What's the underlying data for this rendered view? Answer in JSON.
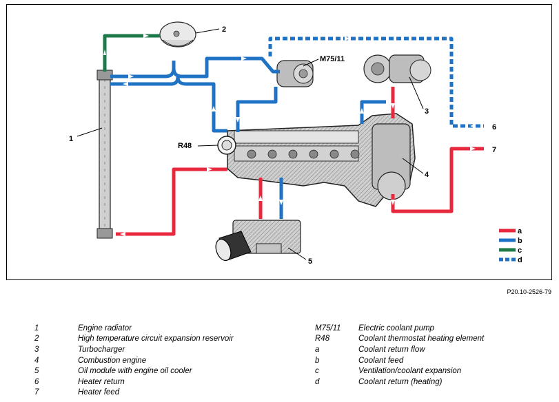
{
  "figure_ref": "P20.10-2526-79",
  "callouts": {
    "c1": "1",
    "c2": "2",
    "c3": "3",
    "c4": "4",
    "c5": "5",
    "c6": "6",
    "c7": "7",
    "m75": "M75/11",
    "r48": "R48"
  },
  "line_legend": [
    {
      "code": "a",
      "color": "#e8283c",
      "style": "solid"
    },
    {
      "code": "b",
      "color": "#1f72c4",
      "style": "solid"
    },
    {
      "code": "c",
      "color": "#1f7a4a",
      "style": "solid"
    },
    {
      "code": "d",
      "color": "#1f72c4",
      "style": "dashed"
    }
  ],
  "colors": {
    "return": "#e8283c",
    "feed": "#1f72c4",
    "vent": "#1f7a4a",
    "heating_return": "#1f72c4"
  },
  "legend_left": [
    {
      "code": "1",
      "text": "Engine radiator"
    },
    {
      "code": "2",
      "text": "High temperature circuit expansion reservoir"
    },
    {
      "code": "3",
      "text": "Turbocharger"
    },
    {
      "code": "4",
      "text": "Combustion engine"
    },
    {
      "code": "5",
      "text": "Oil module with engine oil cooler"
    },
    {
      "code": "6",
      "text": "Heater return"
    },
    {
      "code": "7",
      "text": "Heater feed"
    }
  ],
  "legend_right": [
    {
      "code": "M75/11",
      "text": "Electric coolant pump"
    },
    {
      "code": "R48",
      "text": "Coolant thermostat heating element"
    },
    {
      "code": "a",
      "text": "Coolant return flow"
    },
    {
      "code": "b",
      "text": "Coolant feed"
    },
    {
      "code": "c",
      "text": "Ventilation/coolant expansion"
    },
    {
      "code": "d",
      "text": "Coolant return (heating)"
    }
  ]
}
